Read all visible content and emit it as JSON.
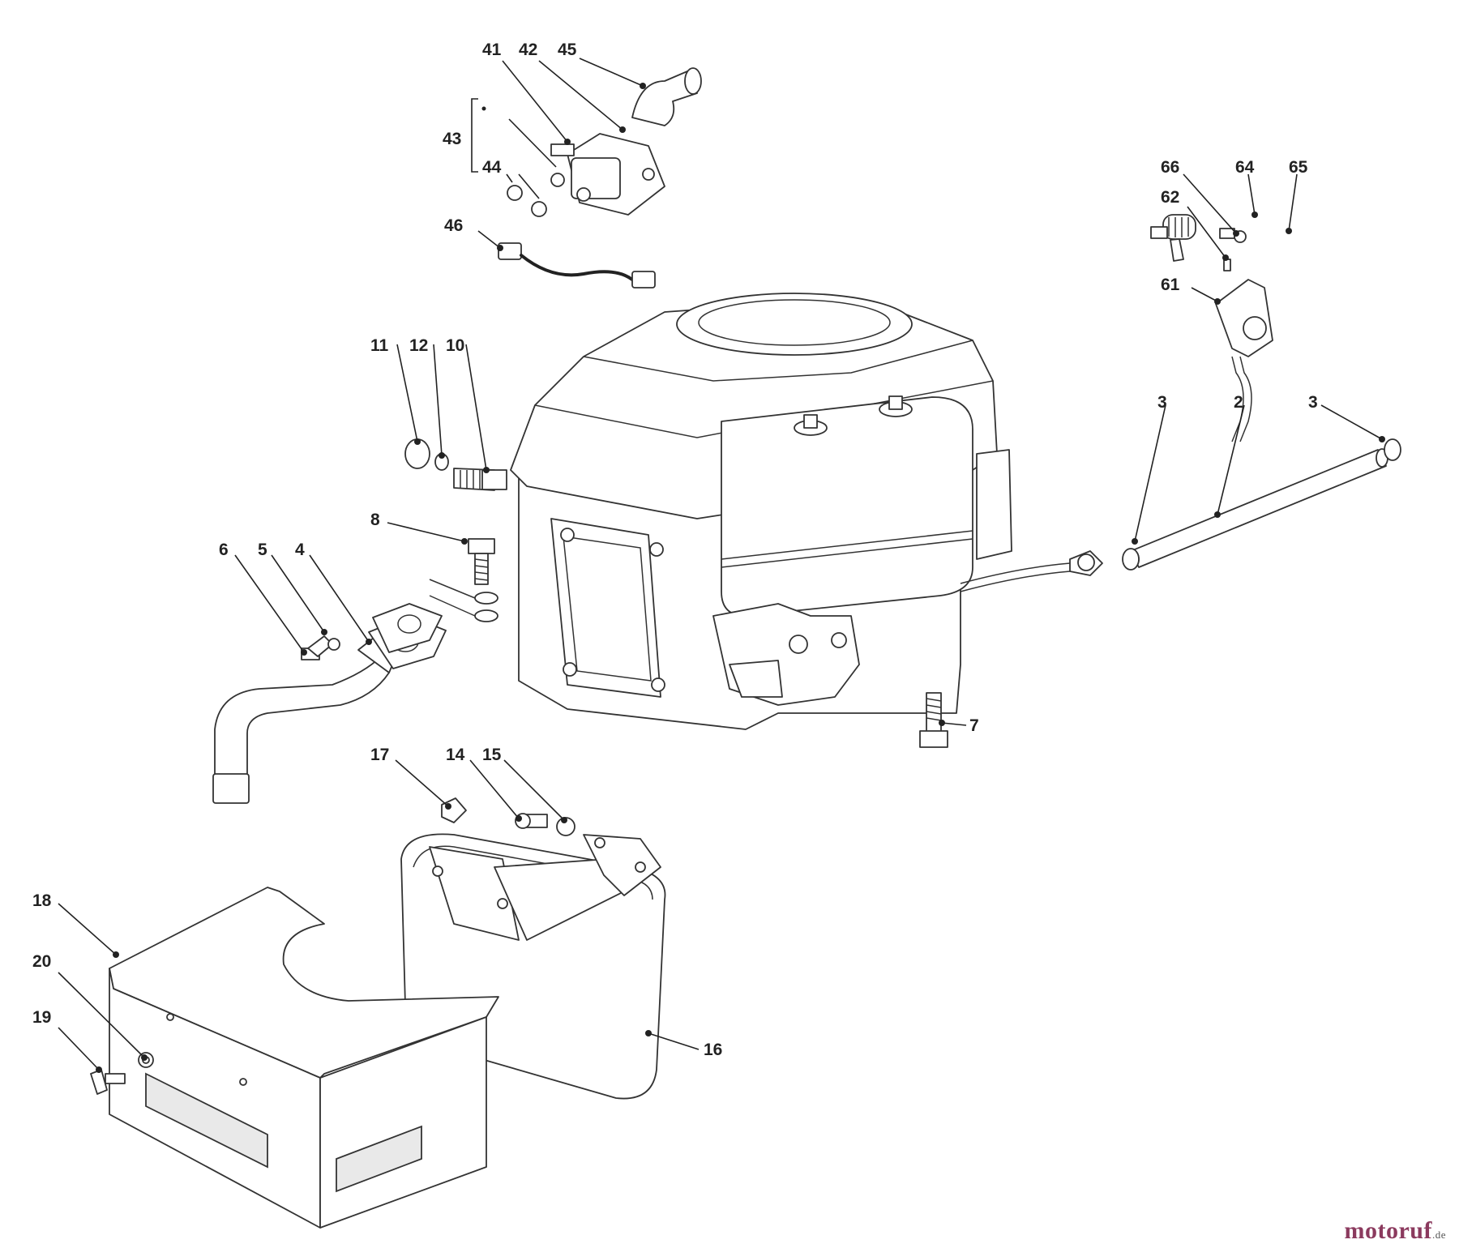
{
  "callouts": [
    {
      "id": "c41",
      "label": "41"
    },
    {
      "id": "c42",
      "label": "42"
    },
    {
      "id": "c45",
      "label": "45"
    },
    {
      "id": "c43",
      "label": "43"
    },
    {
      "id": "c44",
      "label": "44"
    },
    {
      "id": "c46",
      "label": "46"
    },
    {
      "id": "c66",
      "label": "66"
    },
    {
      "id": "c64",
      "label": "64"
    },
    {
      "id": "c65",
      "label": "65"
    },
    {
      "id": "c62",
      "label": "62"
    },
    {
      "id": "c61",
      "label": "61"
    },
    {
      "id": "c11",
      "label": "11"
    },
    {
      "id": "c12",
      "label": "12"
    },
    {
      "id": "c10",
      "label": "10"
    },
    {
      "id": "c3a",
      "label": "3"
    },
    {
      "id": "c2",
      "label": "2"
    },
    {
      "id": "c3b",
      "label": "3"
    },
    {
      "id": "c8",
      "label": "8"
    },
    {
      "id": "c6",
      "label": "6"
    },
    {
      "id": "c5",
      "label": "5"
    },
    {
      "id": "c4",
      "label": "4"
    },
    {
      "id": "c7",
      "label": "7"
    },
    {
      "id": "c17",
      "label": "17"
    },
    {
      "id": "c14",
      "label": "14"
    },
    {
      "id": "c15",
      "label": "15"
    },
    {
      "id": "c18",
      "label": "18"
    },
    {
      "id": "c20",
      "label": "20"
    },
    {
      "id": "c19",
      "label": "19"
    },
    {
      "id": "c16",
      "label": "16"
    }
  ],
  "watermark": {
    "name": "motoruf",
    "suffix": ".de"
  }
}
